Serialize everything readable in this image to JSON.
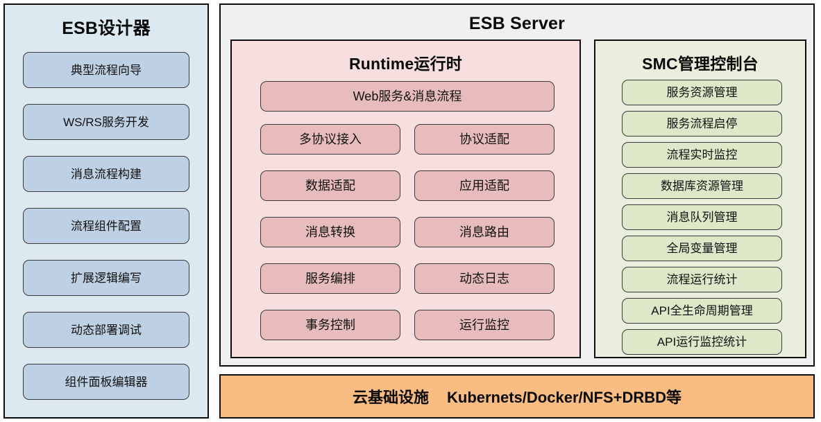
{
  "designer": {
    "title": "ESB设计器",
    "bg_color": "#dce9f0",
    "item_color": "#bed0e3",
    "items": [
      {
        "label": "典型流程向导"
      },
      {
        "label": "WS/RS服务开发"
      },
      {
        "label": "消息流程构建"
      },
      {
        "label": "流程组件配置"
      },
      {
        "label": "扩展逻辑编写"
      },
      {
        "label": "动态部署调试"
      },
      {
        "label": "组件面板编辑器"
      }
    ]
  },
  "server": {
    "title": "ESB Server",
    "bg_color": "#f0f0f0",
    "runtime": {
      "title": "Runtime运行时",
      "bg_color": "#f7dfdf",
      "item_color": "#e8bcbc",
      "wide_item": {
        "label": "Web服务&消息流程"
      },
      "items": [
        {
          "label": "多协议接入"
        },
        {
          "label": "协议适配"
        },
        {
          "label": "数据适配"
        },
        {
          "label": "应用适配"
        },
        {
          "label": "消息转换"
        },
        {
          "label": "消息路由"
        },
        {
          "label": "服务编排"
        },
        {
          "label": "动态日志"
        },
        {
          "label": "事务控制"
        },
        {
          "label": "运行监控"
        }
      ]
    },
    "smc": {
      "title": "SMC管理控制台",
      "bg_color": "#e9efdc",
      "item_color": "#dce8c8",
      "items": [
        {
          "label": "服务资源管理"
        },
        {
          "label": "服务流程启停"
        },
        {
          "label": "流程实时监控"
        },
        {
          "label": "数据库资源管理"
        },
        {
          "label": "消息队列管理"
        },
        {
          "label": "全局变量管理"
        },
        {
          "label": "流程运行统计"
        },
        {
          "label": "API全生命周期管理"
        },
        {
          "label": "API运行监控统计"
        }
      ]
    }
  },
  "cloud": {
    "bg_color": "#f9bd84",
    "label": "云基础设施",
    "stack": "Kubernets/Docker/NFS+DRBD等"
  }
}
